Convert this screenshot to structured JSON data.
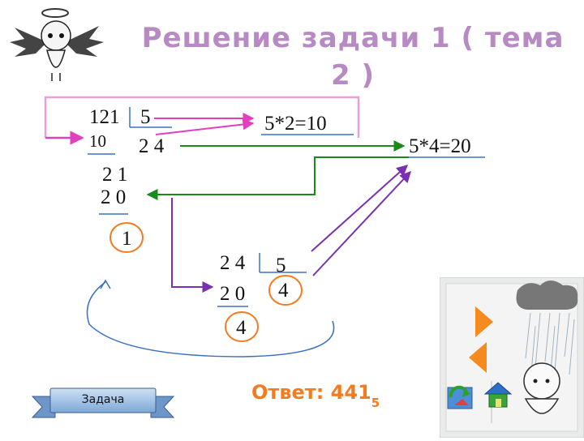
{
  "title": "Решение задачи 1 ( тема 2 )",
  "division1": {
    "dividend": "121",
    "divisor": "5",
    "sub1": "10",
    "quotient": "2 4",
    "rem_line1": "2 1",
    "sub2": "2 0",
    "remainder": "1"
  },
  "division2": {
    "dividend": "2 4",
    "divisor": "5",
    "sub": "2 0",
    "quotient": "4",
    "remainder": "4"
  },
  "calc1": "5*2=10",
  "calc2": "5*4=20",
  "answer": {
    "label": "Ответ:",
    "value": "441",
    "base": "5"
  },
  "button": {
    "label": "Задача"
  },
  "colors": {
    "title": "#b88ac4",
    "magenta": "#e040c0",
    "green": "#1a8a1a",
    "purple": "#7a30b0",
    "orange": "#f47b20",
    "blue": "#3a70c0"
  }
}
